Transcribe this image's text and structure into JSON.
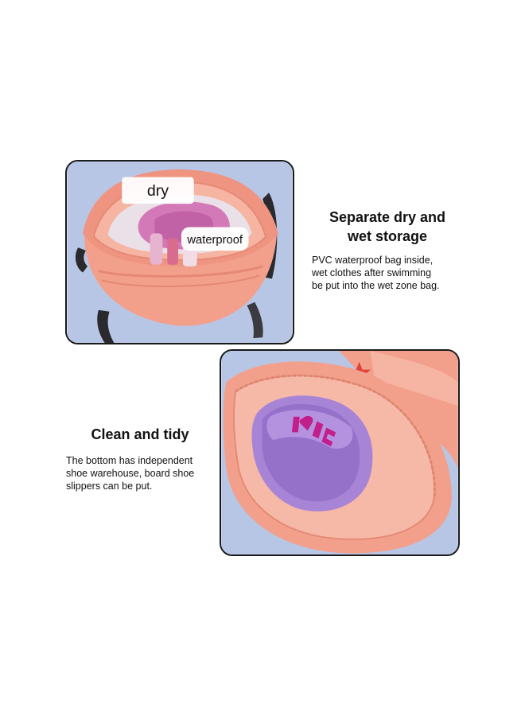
{
  "sections": [
    {
      "title_lines": [
        "Separate dry and",
        "wet storage"
      ],
      "body_lines": [
        "PVC waterproof bag inside,",
        "wet clothes after swimming",
        "be put into the wet zone bag."
      ],
      "photo_labels": {
        "dry": "dry",
        "waterproof": "waterproof"
      }
    },
    {
      "title_lines": [
        "Clean and tidy"
      ],
      "body_lines": [
        "The bottom has independent",
        "shoe warehouse, board shoe",
        "slippers can be put."
      ]
    }
  ],
  "colors": {
    "bag_coral": "#f2a08c",
    "background_blue": "#b8c6e6",
    "slipper_purple": "#a884d6",
    "slipper_logo": "#c21f8a"
  },
  "icons": [
    "starfish-icon",
    "smiley-badge-icon"
  ]
}
